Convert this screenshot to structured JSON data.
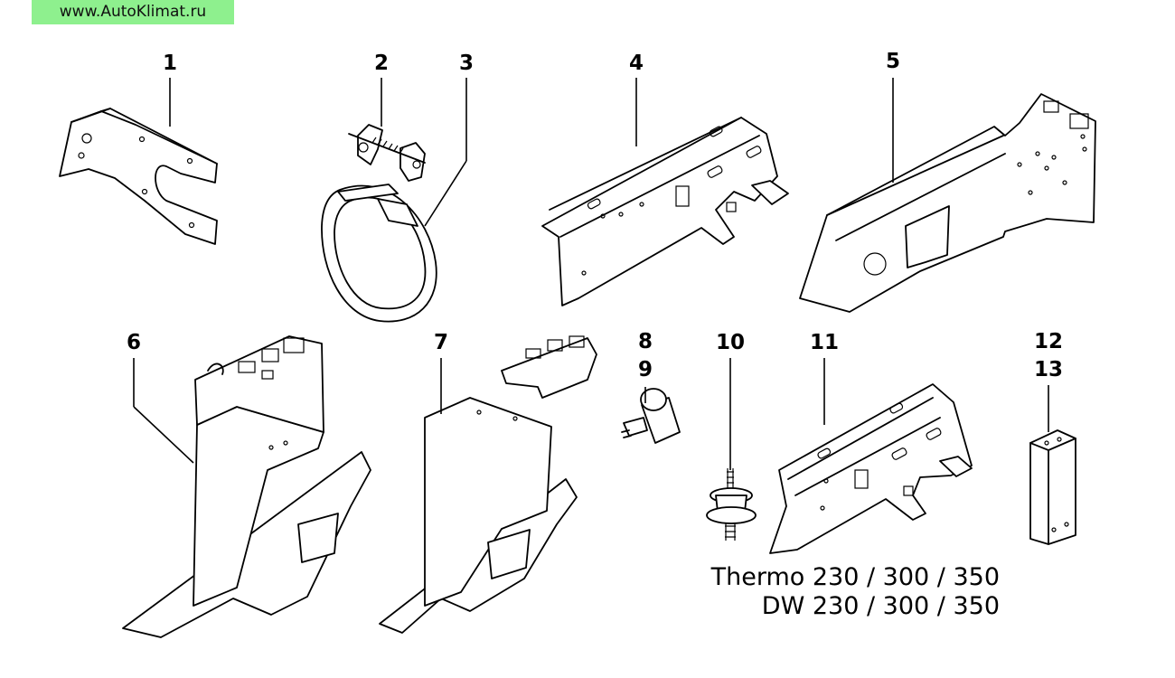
{
  "watermark": "www.AutoKlimat.ru",
  "callouts": {
    "c1": "1",
    "c2": "2",
    "c3": "3",
    "c4": "4",
    "c5": "5",
    "c6": "6",
    "c7": "7",
    "c8": "8",
    "c9": "9",
    "c10": "10",
    "c11": "11",
    "c12": "12",
    "c13": "13"
  },
  "caption": {
    "line1": "Thermo 230 / 300 / 350",
    "line2": "DW 230 / 300 / 350"
  },
  "parts": [
    {
      "number": "1",
      "icon": "fork-bracket-icon"
    },
    {
      "number": "2",
      "icon": "hose-clamp-screw-icon"
    },
    {
      "number": "3",
      "icon": "clamp-band-icon"
    },
    {
      "number": "4",
      "icon": "mounting-rail-icon"
    },
    {
      "number": "5",
      "icon": "bracket-plate-icon"
    },
    {
      "number": "6",
      "icon": "holder-bracket-icon"
    },
    {
      "number": "7",
      "icon": "holder-bracket-icon"
    },
    {
      "number": "8",
      "icon": "rubber-mount-icon"
    },
    {
      "number": "9",
      "icon": "rubber-mount-icon"
    },
    {
      "number": "10",
      "icon": "double-stud-mount-icon"
    },
    {
      "number": "11",
      "icon": "mounting-rail-icon"
    },
    {
      "number": "12",
      "icon": "small-bracket-icon"
    },
    {
      "number": "13",
      "icon": "small-bracket-icon"
    }
  ]
}
